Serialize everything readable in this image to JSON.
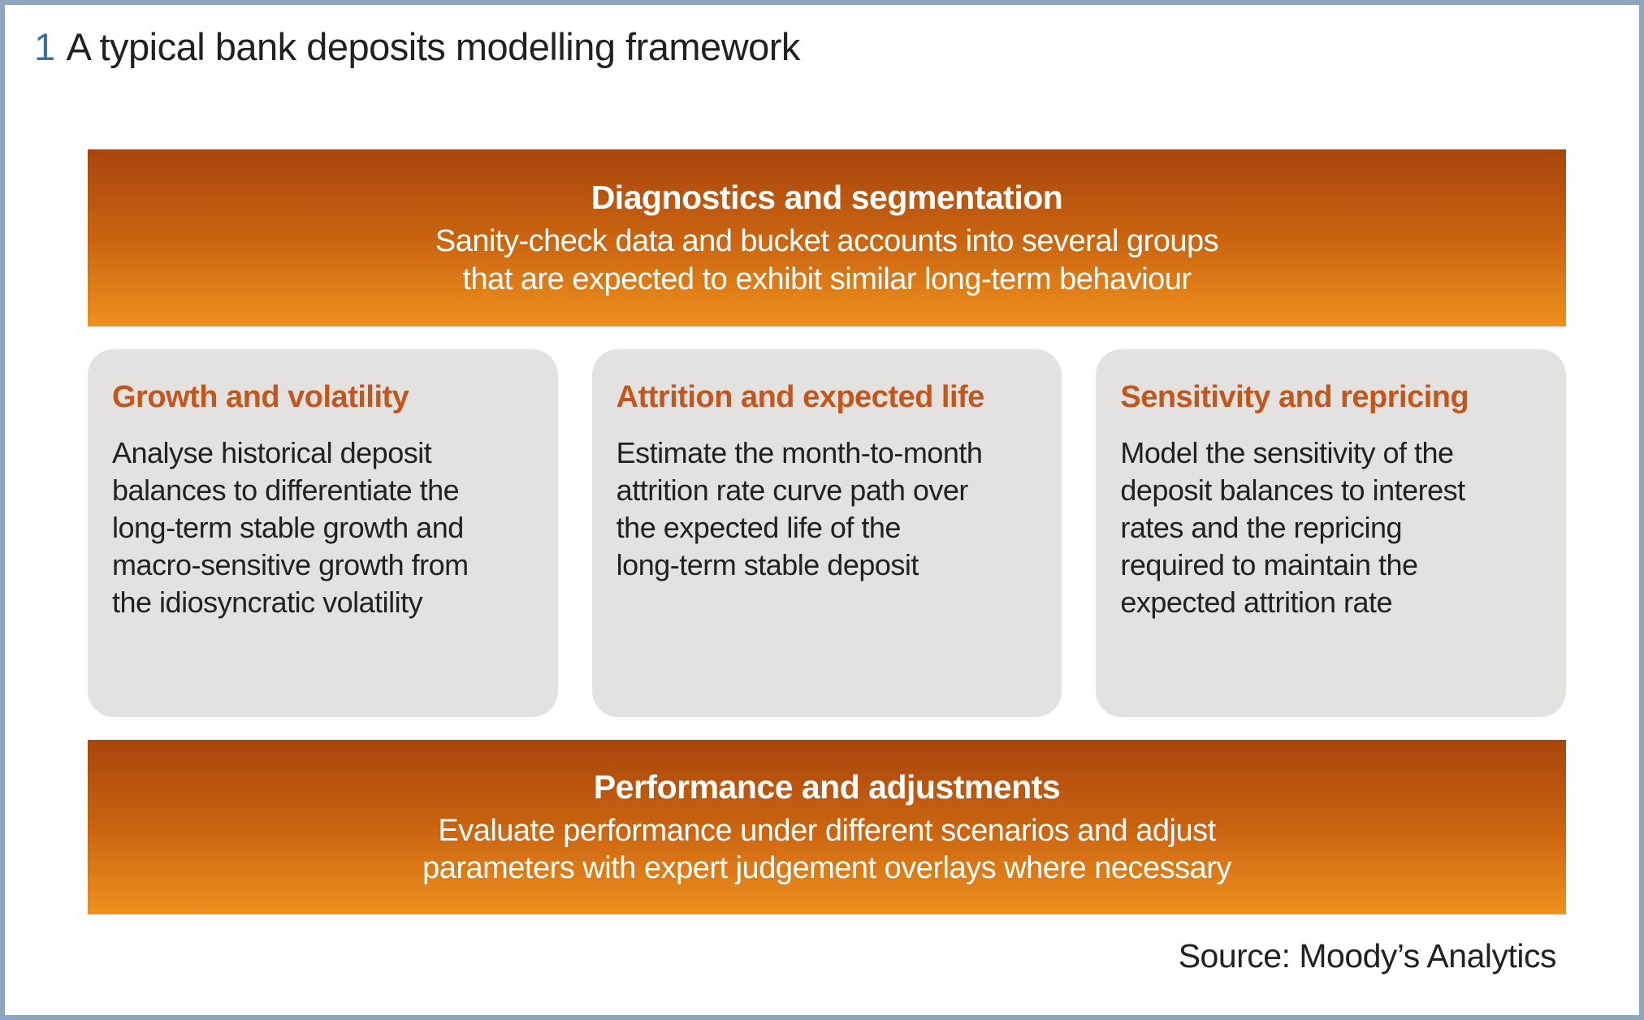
{
  "figure": {
    "number": "1",
    "title": "A typical bank deposits modelling framework"
  },
  "top_banner": {
    "title": "Diagnostics and segmentation",
    "description": "Sanity-check data and bucket accounts into several groups\nthat are expected to exhibit similar long-term behaviour"
  },
  "cards": [
    {
      "title": "Growth and volatility",
      "body": "Analyse historical deposit\nbalances to differentiate the\nlong-term stable growth and\nmacro-sensitive growth from\nthe idiosyncratic volatility"
    },
    {
      "title": "Attrition and expected life",
      "body": "Estimate the month-to-month\nattrition rate curve path over\nthe expected life of the\nlong-term stable deposit"
    },
    {
      "title": "Sensitivity and repricing",
      "body": "Model the sensitivity of the\ndeposit balances to interest\nrates and the repricing\nrequired to maintain the\nexpected attrition rate"
    }
  ],
  "bottom_banner": {
    "title": "Performance and adjustments",
    "description": "Evaluate performance under different scenarios and adjust\nparameters with expert judgement overlays where necessary"
  },
  "source": "Source: Moody’s Analytics",
  "colors": {
    "banner_gradient_top": "#A8450C",
    "banner_gradient_bottom": "#EF901E",
    "banner_text": "#FFFFFF",
    "card_background": "#E3E2E0",
    "card_heading": "#C3571B",
    "figure_number": "#3A719F",
    "frame_border": "#8CA7BD",
    "body_text": "#212121"
  }
}
